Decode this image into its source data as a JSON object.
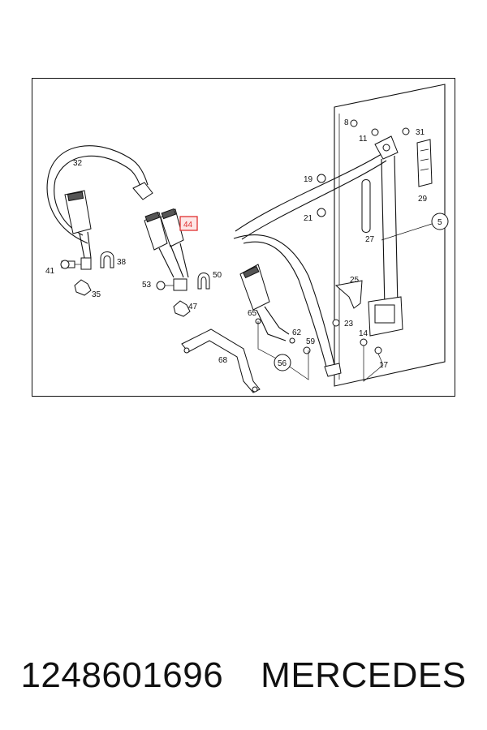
{
  "part_number": "1248601696",
  "brand": "MERCEDES",
  "callouts": {
    "c32": "32",
    "c41": "41",
    "c38": "38",
    "c35": "35",
    "c44": "44",
    "c53": "53",
    "c50": "50",
    "c47": "47",
    "c8": "8",
    "c11": "11",
    "c31": "31",
    "c29": "29",
    "c19": "19",
    "c21": "21",
    "c27": "27",
    "c5": "5",
    "c25": "25",
    "c65": "65",
    "c23": "23",
    "c62": "62",
    "c59": "59",
    "c14": "14",
    "c17": "17",
    "c56": "56",
    "c68": "68"
  },
  "highlighted_callout": "44",
  "colors": {
    "highlight": "#e03030",
    "highlight_fill": "#fde6e6",
    "ink": "#111111"
  }
}
